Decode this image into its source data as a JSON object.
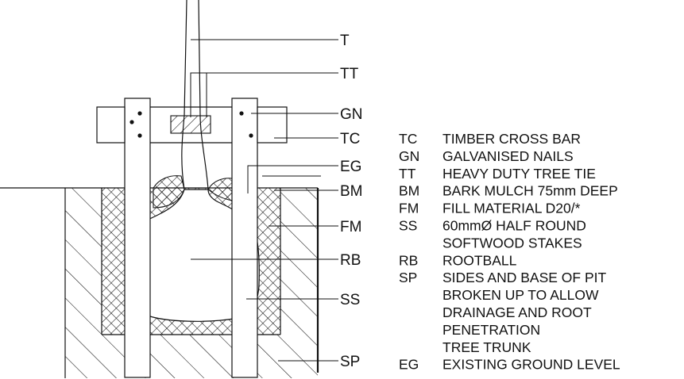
{
  "callouts": {
    "t": "T",
    "tt": "TT",
    "gn": "GN",
    "tc": "TC",
    "eg": "EG",
    "bm": "BM",
    "fm": "FM",
    "rb": "RB",
    "ss": "SS",
    "sp": "SP"
  },
  "legend": [
    {
      "code": "TC",
      "lines": [
        "TIMBER CROSS BAR"
      ]
    },
    {
      "code": "GN",
      "lines": [
        "GALVANISED NAILS"
      ]
    },
    {
      "code": "TT",
      "lines": [
        "HEAVY DUTY TREE TIE"
      ]
    },
    {
      "code": "BM",
      "lines": [
        "BARK MULCH 75mm DEEP"
      ]
    },
    {
      "code": "FM",
      "lines": [
        "FILL MATERIAL D20/*"
      ]
    },
    {
      "code": "SS",
      "lines": [
        "60mmØ HALF ROUND",
        "SOFTWOOD STAKES"
      ]
    },
    {
      "code": "RB",
      "lines": [
        "ROOTBALL"
      ]
    },
    {
      "code": "SP",
      "lines": [
        "SIDES AND BASE OF PIT",
        "BROKEN UP TO ALLOW",
        "DRAINAGE AND ROOT",
        "PENETRATION",
        "TREE TRUNK"
      ]
    },
    {
      "code": "EG",
      "lines": [
        "EXISTING GROUND LEVEL"
      ]
    }
  ]
}
